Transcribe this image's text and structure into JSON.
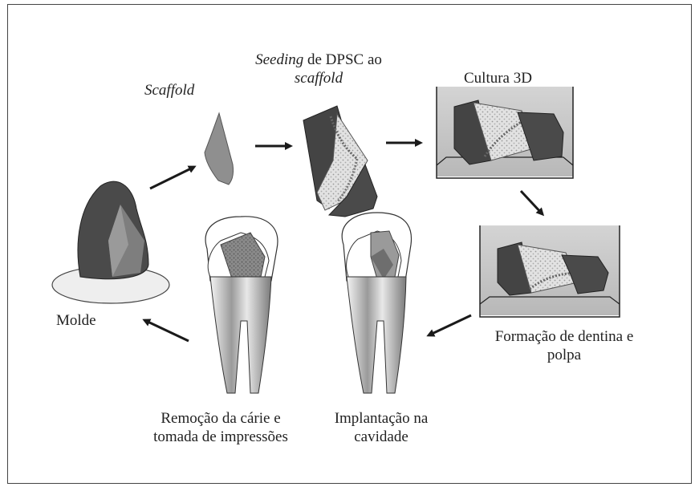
{
  "labels": {
    "scaffold": "Scaffold",
    "seeding_italic": "Seeding",
    "seeding_rest": " de DPSC ao",
    "seeding_line2": "scaffold",
    "cultura": "Cultura 3D",
    "molde": "Molde",
    "formacao_line1": "Formação de dentina e",
    "formacao_line2": "polpa",
    "remocao_line1": "Remoção da cárie e",
    "remocao_line2": "tomada de impressões",
    "implantacao_line1": "Implantação na",
    "implantacao_line2": "cavidade"
  }
}
